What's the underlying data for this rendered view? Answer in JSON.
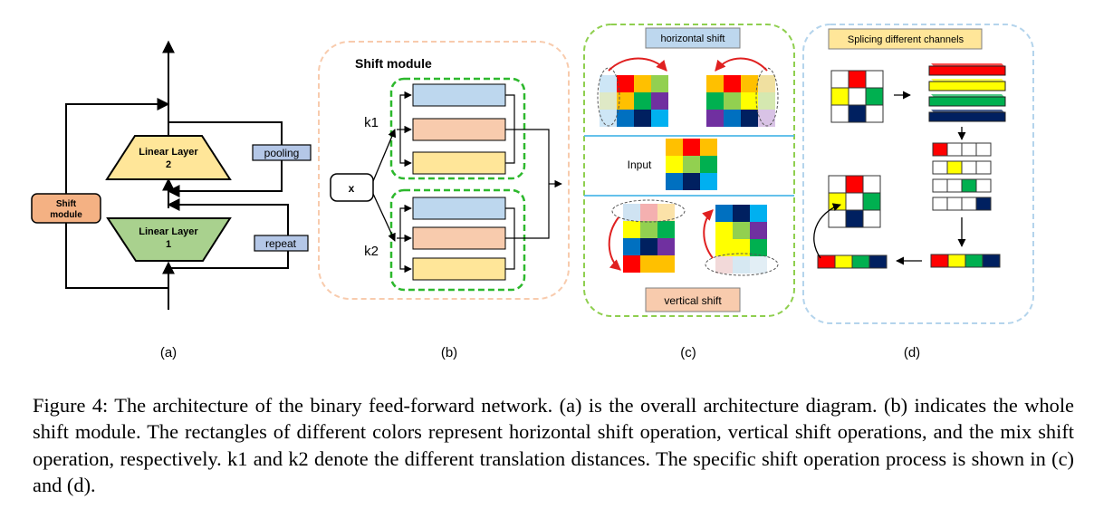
{
  "panel_a": {
    "shift_module": "Shift module",
    "linear_layer_2": "Linear Layer 2",
    "linear_layer_1": "Linear Layer 1",
    "pooling": "pooling",
    "repeat": "repeat",
    "label": "(a)"
  },
  "panel_b": {
    "title": "Shift module",
    "x": "x",
    "k1": "k1",
    "k2": "k2",
    "label": "(b)"
  },
  "panel_c": {
    "horizontal_shift": "horizontal shift",
    "input": "Input",
    "vertical_shift": "vertical shift",
    "label": "(c)"
  },
  "panel_d": {
    "splicing": "Splicing different channels",
    "label": "(d)"
  },
  "caption": "Figure 4: The architecture of the binary feed-forward network. (a) is the overall architecture diagram. (b) indicates the whole shift module. The rectangles of different colors represent horizontal shift operation, vertical shift operations, and the mix shift operation, respectively. k1 and k2 denote the different translation distances. The specific shift operation process is shown in (c) and (d).",
  "colors": {
    "red": "#ff0000",
    "orange": "#ffc000",
    "yellow": "#ffff00",
    "green": "#00b050",
    "lightgreen": "#92d050",
    "blue": "#0070c0",
    "purple": "#7030a0",
    "navy": "#002060",
    "cyan": "#00b0f0",
    "box_blue": "#bdd7ee",
    "box_peach": "#f8cbad",
    "box_yellow": "#ffe699"
  }
}
